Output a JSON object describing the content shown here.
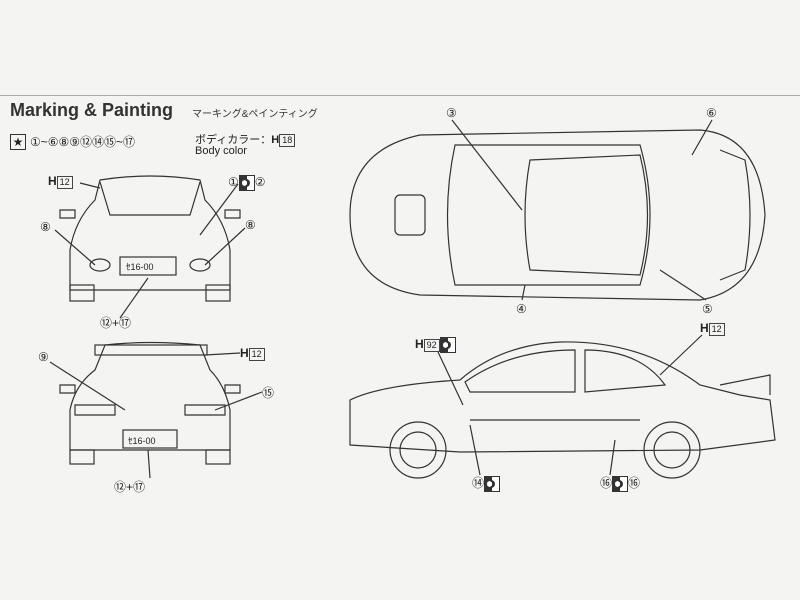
{
  "header": {
    "title": "Marking & Painting",
    "title_jp": "マーキング&ペインティング"
  },
  "legend": {
    "star_decals": "①~⑥⑧⑨⑫⑭⑮~⑰",
    "body_color_jp": "ボディカラー：",
    "body_color_code": "H",
    "body_color_num": "18",
    "body_color_en": "Body color"
  },
  "front_view": {
    "paint_h": "H",
    "paint_num": "12",
    "decal_1": "①",
    "decal_2": "②",
    "decal_8_left": "⑧",
    "decal_8_right": "⑧",
    "plate": "ｾ16-00",
    "decal_bottom": "⑫+⑰"
  },
  "rear_view": {
    "decal_9": "⑨",
    "paint_h": "H",
    "paint_num": "12",
    "decal_15": "⑮",
    "plate": "ｾ16-00",
    "decal_bottom": "⑫+⑰"
  },
  "top_view": {
    "decal_3": "③",
    "decal_6": "⑥",
    "decal_4": "④",
    "decal_5": "⑤"
  },
  "side_view": {
    "paint_h": "H",
    "paint_num": "12",
    "paint2_h": "H",
    "paint2_num": "92",
    "decal_14": "⑭",
    "decal_16a": "⑯",
    "decal_16b": "⑯"
  }
}
